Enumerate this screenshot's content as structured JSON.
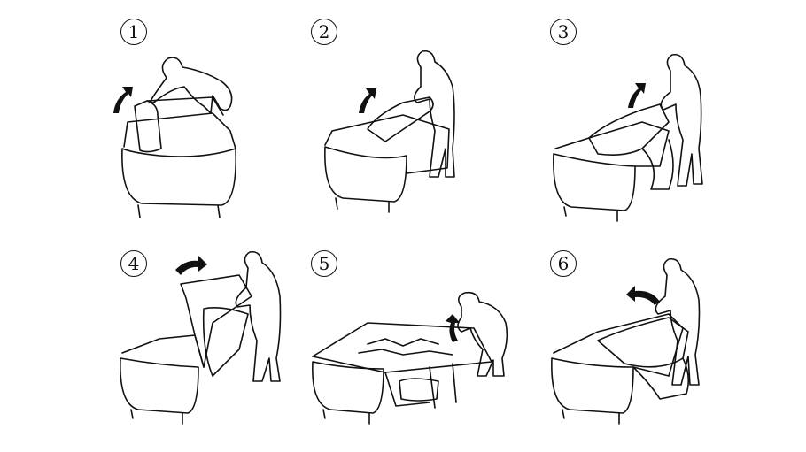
{
  "steps": [
    {
      "number": "1",
      "icon": "arrow-up-icon"
    },
    {
      "number": "2",
      "icon": "arrow-up-icon"
    },
    {
      "number": "3",
      "icon": "arrow-up-icon"
    },
    {
      "number": "4",
      "icon": "arrow-right-icon"
    },
    {
      "number": "5",
      "icon": "arrow-up-icon"
    },
    {
      "number": "6",
      "icon": "arrow-left-icon"
    }
  ],
  "colors": {
    "line": "#111111",
    "background": "#ffffff"
  }
}
